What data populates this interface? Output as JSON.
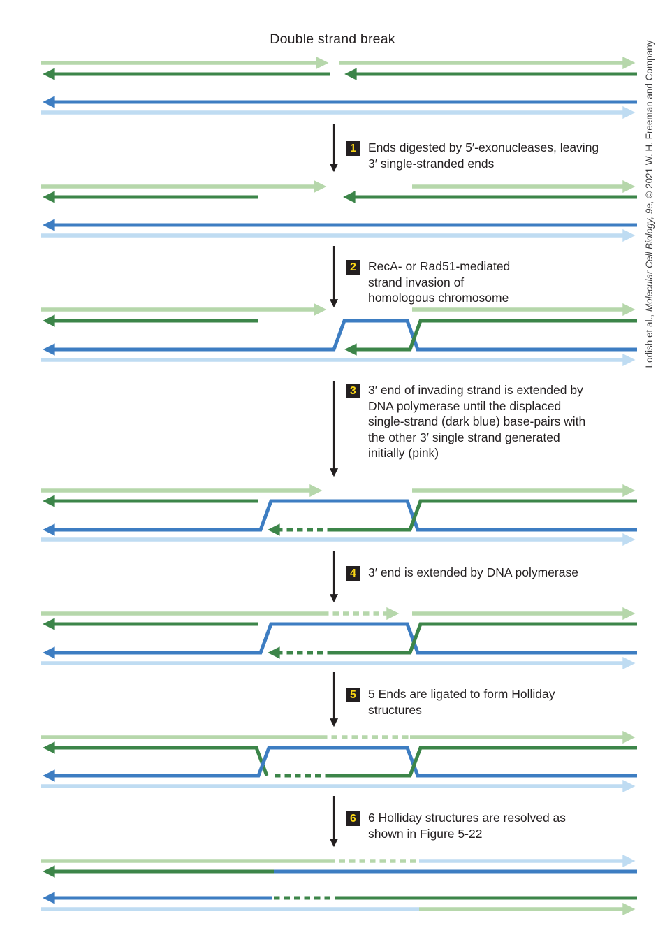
{
  "figure": {
    "title": "Double strand break",
    "credit": {
      "prefix": "Lodish et al., ",
      "italic": "Molecular Cell Biology, 9e,",
      "suffix": " © 2021 W. H. Freeman and Company"
    }
  },
  "colors": {
    "light_green": "#b6d7ab",
    "dark_green": "#3c8549",
    "dark_blue": "#3d7dc2",
    "light_blue": "#bfdcf2",
    "text": "#231f20",
    "badge_bg": "#231f20",
    "badge_number": "#f9d616",
    "step_arrow": "#231f20"
  },
  "steps": [
    {
      "number": "1",
      "text": "Ends digested by 5′-exonucleases, leaving\n3′ single-stranded ends"
    },
    {
      "number": "2",
      "text": "RecA- or Rad51-mediated\nstrand invasion of\nhomologous chromosome"
    },
    {
      "number": "3",
      "text": "3′ end of invading strand is extended by\nDNA polymerase until the displaced\nsingle-strand (dark blue) base-pairs with\nthe other 3′ single strand generated\ninitially (pink)"
    },
    {
      "number": "4",
      "text": "3′ end is extended by DNA polymerase"
    },
    {
      "number": "5",
      "text": "5 Ends are ligated to form Holliday\nstructures"
    },
    {
      "number": "6",
      "text": "6 Holliday structures are resolved as\nshown in Figure 5-22"
    }
  ]
}
